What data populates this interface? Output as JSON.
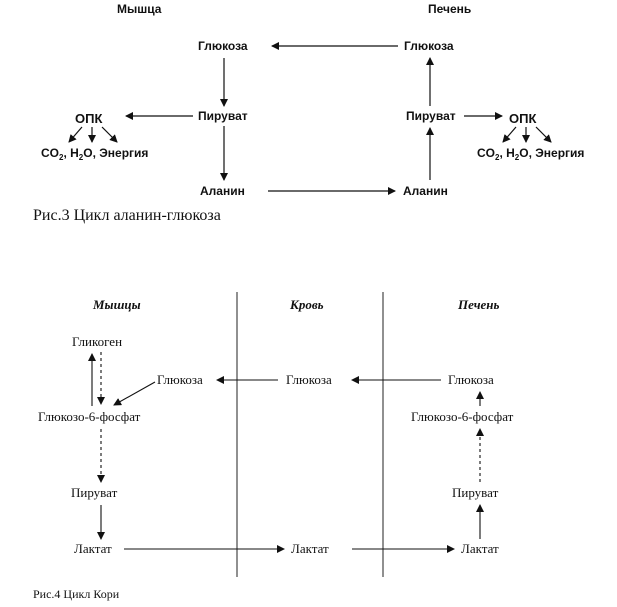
{
  "fig3": {
    "muscle_header": "Мышца",
    "liver_header": "Печень",
    "muscle_glucose": "Глюкоза",
    "liver_glucose": "Глюкоза",
    "muscle_pyruvate": "Пируват",
    "liver_pyruvate": "Пируват",
    "muscle_opk": "ОПК",
    "liver_opk": "ОПК",
    "products_prefix": "CO",
    "products_mid": ", H",
    "products_mid2": "O, Энергия",
    "sub2": "2",
    "muscle_alanine": "Аланин",
    "liver_alanine": "Аланин",
    "caption": "Рис.3 Цикл аланин-глюкоза"
  },
  "fig4": {
    "muscles_header": "Мышцы",
    "blood_header": "Кровь",
    "liver_header": "Печень",
    "glycogen": "Гликоген",
    "muscle_glucose": "Глюкоза",
    "blood_glucose": "Глюкоза",
    "liver_glucose": "Глюкоза",
    "muscle_g6p": "Глюкозо-6-фосфат",
    "liver_g6p": "Глюкозо-6-фосфат",
    "muscle_pyruvate": "Пируват",
    "liver_pyruvate": "Пируват",
    "muscle_lactate": "Лактат",
    "blood_lactate": "Лактат",
    "liver_lactate": "Лактат",
    "caption": "Рис.4 Цикл Кори"
  }
}
